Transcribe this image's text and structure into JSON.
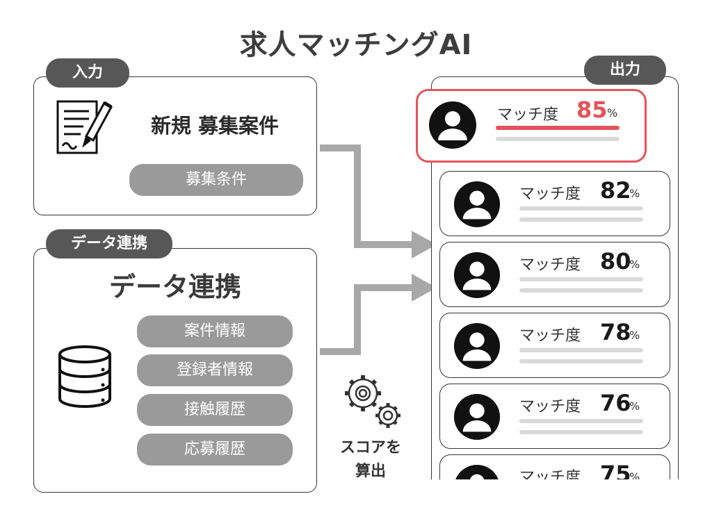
{
  "title": "求人マッチングAI",
  "input_panel": {
    "tab_label": "入力",
    "heading": "新規 募集案件",
    "pill": "募集条件"
  },
  "data_panel": {
    "tab_label": "データ連携",
    "heading": "データ連携",
    "pills": [
      "案件情報",
      "登録者情報",
      "接触履歴",
      "応募履歴"
    ]
  },
  "calc_label": {
    "line1": "スコアを",
    "line2": "算出"
  },
  "output_panel": {
    "tab_label": "出力",
    "match_label": "マッチ度",
    "percent_sign": "%",
    "scores": [
      "85",
      "82",
      "80",
      "78",
      "76",
      "75"
    ]
  },
  "colors": {
    "accent": "#e3545a",
    "tab_bg": "#575757",
    "pill_bg": "#9a9a9a",
    "arrow": "#a8a8a8",
    "bar": "#d9d9d9"
  },
  "icons": [
    "document-pen-icon",
    "database-icon",
    "gears-icon",
    "user-avatar-icon",
    "arrow-right-icon"
  ]
}
